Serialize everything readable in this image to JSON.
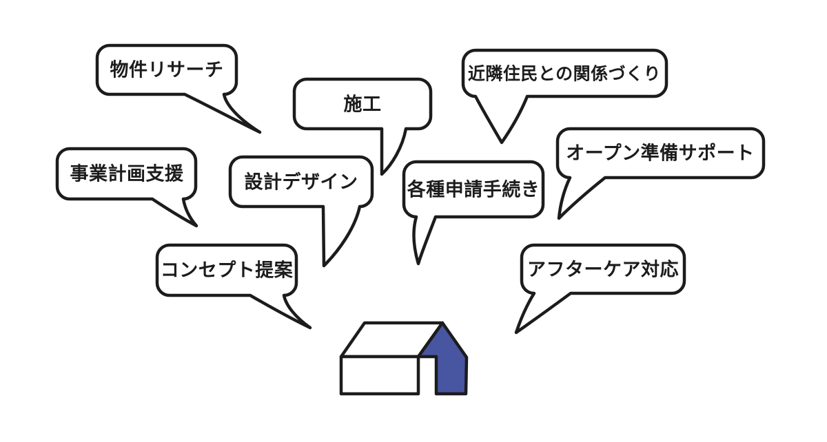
{
  "background_color": "#ffffff",
  "text_color": "#1c1c1c",
  "bubbles": [
    {
      "id": "property-research",
      "label": "物件リサーチ"
    },
    {
      "id": "construction",
      "label": "施工"
    },
    {
      "id": "neighbor-relations",
      "label": "近隣住民との関係づくり"
    },
    {
      "id": "business-plan-support",
      "label": "事業計画支援"
    },
    {
      "id": "architectural-design",
      "label": "設計デザイン"
    },
    {
      "id": "application-procedures",
      "label": "各種申請手続き"
    },
    {
      "id": "opening-prep-support",
      "label": "オープン準備サポート"
    },
    {
      "id": "concept-proposal",
      "label": "コンセプト提案"
    },
    {
      "id": "aftercare-support",
      "label": "アフターケア対応"
    }
  ],
  "house_icon": {
    "accent_color": "#4855a0",
    "outline_color": "#1c1c1c",
    "body_color": "#ffffff"
  }
}
